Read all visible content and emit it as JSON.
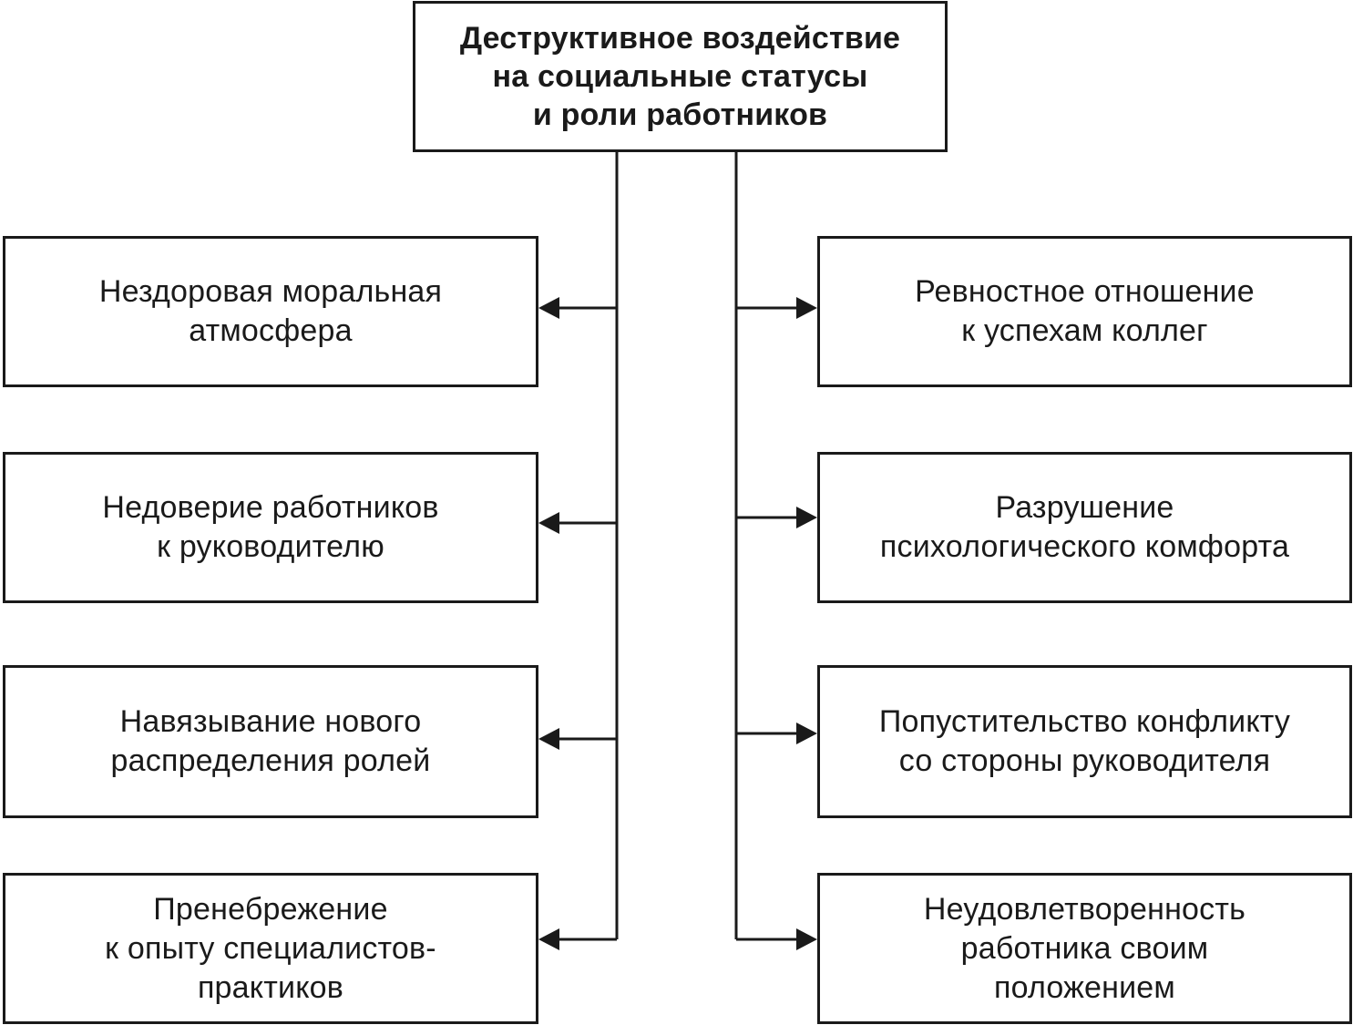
{
  "diagram": {
    "root": {
      "label": "Деструктивное воздействие\nна социальные статусы\nи роли работников"
    },
    "left": [
      {
        "label": "Нездоровая моральная\nатмосфера"
      },
      {
        "label": "Недоверие работников\nк руководителю"
      },
      {
        "label": "Навязывание нового\nраспределения ролей"
      },
      {
        "label": "Пренебрежение\nк опыту специалистов-\nпрактиков"
      }
    ],
    "right": [
      {
        "label": "Ревностное отношение\nк успехам коллег"
      },
      {
        "label": "Разрушение\nпсихологического комфорта"
      },
      {
        "label": "Попустительство конфликту\nсо стороны руководителя"
      },
      {
        "label": "Неудовлетворенность\nработника своим\nположением"
      }
    ]
  }
}
